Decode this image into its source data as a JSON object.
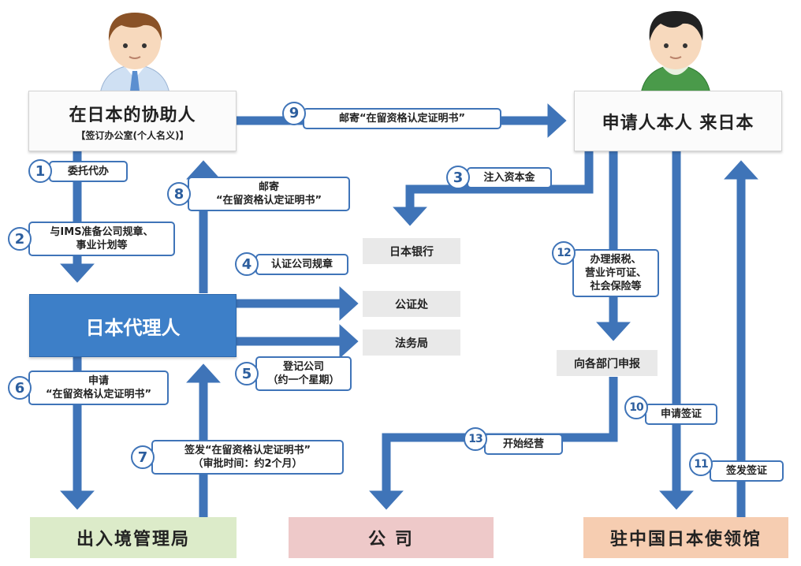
{
  "assistant": {
    "title": "在日本的协助人",
    "subtitle": "【签订办公室(个人名义)】"
  },
  "applicant": {
    "title": "申请人本人  来日本"
  },
  "agent": {
    "title": "日本代理人"
  },
  "places": {
    "bank": "日本银行",
    "notary": "公证处",
    "legal": "法务局",
    "departments": "向各部门申报"
  },
  "bottom": {
    "immigration": "出入境管理局",
    "company": "公  司",
    "embassy": "驻中国日本使领馆"
  },
  "steps": [
    {
      "num": "1",
      "lines": [
        "委托代办"
      ]
    },
    {
      "num": "2",
      "lines": [
        "与IMS准备公司规章、",
        "事业计划等"
      ]
    },
    {
      "num": "3",
      "lines": [
        "注入资本金"
      ]
    },
    {
      "num": "4",
      "lines": [
        "认证公司规章"
      ]
    },
    {
      "num": "5",
      "lines": [
        "登记公司",
        "（约一个星期）"
      ]
    },
    {
      "num": "6",
      "lines": [
        "申请",
        "“在留资格认定证明书”"
      ]
    },
    {
      "num": "7",
      "lines": [
        "签发“在留资格认定证明书”",
        "（审批时间：约2个月）"
      ]
    },
    {
      "num": "8",
      "lines": [
        "邮寄",
        "“在留资格认定证明书”"
      ]
    },
    {
      "num": "9",
      "lines": [
        "邮寄“在留资格认定证明书”"
      ]
    },
    {
      "num": "10",
      "lines": [
        "申请签证"
      ]
    },
    {
      "num": "11",
      "lines": [
        "签发签证"
      ]
    },
    {
      "num": "12",
      "lines": [
        "办理报税、",
        "营业许可证、",
        "社会保险等"
      ]
    },
    {
      "num": "13",
      "lines": [
        "开始经营"
      ]
    }
  ],
  "colors": {
    "arrow": "#3f74b8",
    "agent": "#3d7fc8"
  }
}
